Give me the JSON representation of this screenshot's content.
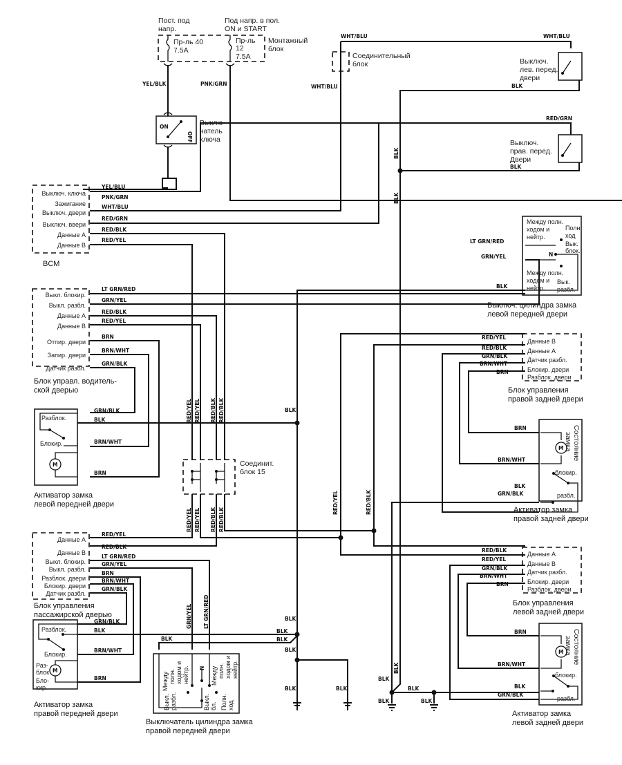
{
  "fuse_block": {
    "label_const": [
      "Пост. под",
      "напр."
    ],
    "label_on_start": [
      "Под напр. в пол.",
      "ON и START"
    ],
    "title": [
      "Монтажный",
      "блок"
    ],
    "fuse1": [
      "Пр-ль 40",
      "7.5A"
    ],
    "fuse2": [
      "Пр-ль",
      "12",
      "7.5A"
    ]
  },
  "ignition_switch": {
    "title": [
      "Выклю-",
      "чатель",
      "ключа"
    ],
    "on": "ON",
    "off": "OFF"
  },
  "joint_block_top": {
    "title": [
      "Соединительный",
      "блок"
    ]
  },
  "lf_door_switch": {
    "title": [
      "Выключ.",
      "лев. перед.",
      "двери"
    ]
  },
  "rf_door_switch": {
    "title": [
      "Выключ.",
      "прав. перед.",
      "Двери"
    ]
  },
  "bcm": {
    "title": "BCM",
    "pins": [
      "Выключ. ключа",
      "Зажигание",
      "Выключ. двери",
      "Выключ. ввери",
      "Данные A",
      "Данные B"
    ]
  },
  "lf_key_cyl": {
    "title": [
      "Выключ. цилиндра замка",
      "левой передней двери"
    ],
    "mid1": [
      "Между полн.",
      "ходом и",
      "нейтр."
    ],
    "full": [
      "Полн.",
      "ход"
    ],
    "lock": [
      "Вык.",
      "блок."
    ],
    "n": "N",
    "mid2": [
      "Между полн.",
      "ходом и",
      "нейтр."
    ],
    "unlock": [
      "Вык.",
      "разбл."
    ]
  },
  "driver_unit": {
    "title": [
      "Блок управл. водитель-",
      "ской дверью"
    ],
    "pins": [
      "Выкл. блокир.",
      "Выкл. разбл.",
      "Данные A",
      "Данные B",
      "Отпир. двери",
      "Запир. двери",
      "Датчик разбл."
    ]
  },
  "lf_actuator": {
    "title": [
      "Активатор замка",
      "левой передней двери"
    ],
    "unlock": "Разблок.",
    "lock": "Блокир.",
    "motor": "M"
  },
  "joint_block_15": {
    "title": [
      "Соединит.",
      "блок 15"
    ]
  },
  "rr_unit": {
    "title": [
      "Блок управления",
      "правой задней двери"
    ],
    "pins": [
      "Данные B",
      "Данные A",
      "Датчик разбл.",
      "Блокир. двери",
      "Разблок. двери"
    ]
  },
  "rr_actuator": {
    "title": [
      "Активатор замка",
      "правой задней двери"
    ],
    "state": [
      "Состояние",
      "замка"
    ],
    "lock": "блокир.",
    "unlock": "разбл.",
    "motor": "M"
  },
  "pass_unit": {
    "title": [
      "Блок управления",
      "пассажирской дверью"
    ],
    "pins": [
      "Данные A",
      "Данные B",
      "Выкл. блокир.",
      "Выкл. разбл.",
      "Разблок. двери",
      "Блокир. двери",
      "Датчик разбл."
    ]
  },
  "rf_actuator": {
    "title": [
      "Активатор замка",
      "правой передней двери"
    ],
    "unlock": "Разблок.",
    "lock": "Блокир.",
    "m_unlock": [
      "Раз-",
      "блок"
    ],
    "m_lock": [
      "Бло-",
      "кир."
    ],
    "motor": "M"
  },
  "rf_key_cyl": {
    "title": [
      "Выключатель цилиндра замка",
      "правой передней двери"
    ],
    "mid1": [
      "Между",
      "полн.",
      "ходом и",
      "нейтр."
    ],
    "unlock": [
      "Выкл.",
      "разбл."
    ],
    "n": "N",
    "lock": [
      "Выкл.",
      "бл."
    ],
    "mid2": [
      "Между",
      "полн.",
      "ходом и",
      "нейтр."
    ],
    "full": [
      "Полн.",
      "ход"
    ]
  },
  "lr_unit": {
    "title": [
      "Блок управления",
      "левой задней двери"
    ],
    "pins": [
      "Данные A",
      "Данные B",
      "Датчик разбл.",
      "Блокир. двери",
      "Разблок. двери"
    ]
  },
  "lr_actuator": {
    "title": [
      "Активатор замка",
      "левой задней двери"
    ],
    "state": [
      "Состояние",
      "замка"
    ],
    "lock": "блокир.",
    "unlock": "разбл.",
    "motor": "M"
  },
  "wires": {
    "yel_blk": "YEL/BLK",
    "pnk_grn": "PNK/GRN",
    "wht_blu": "WHT/BLU",
    "blk": "BLK",
    "red_grn": "RED/GRN",
    "yel_blu": "YEL/BLU",
    "red_blk": "RED/BLK",
    "red_yel": "RED/YEL",
    "lt_grn_red": "LT GRN/RED",
    "grn_yel": "GRN/YEL",
    "brn": "BRN",
    "brn_wht": "BRN/WHT",
    "grn_blk": "GRN/BLK"
  }
}
